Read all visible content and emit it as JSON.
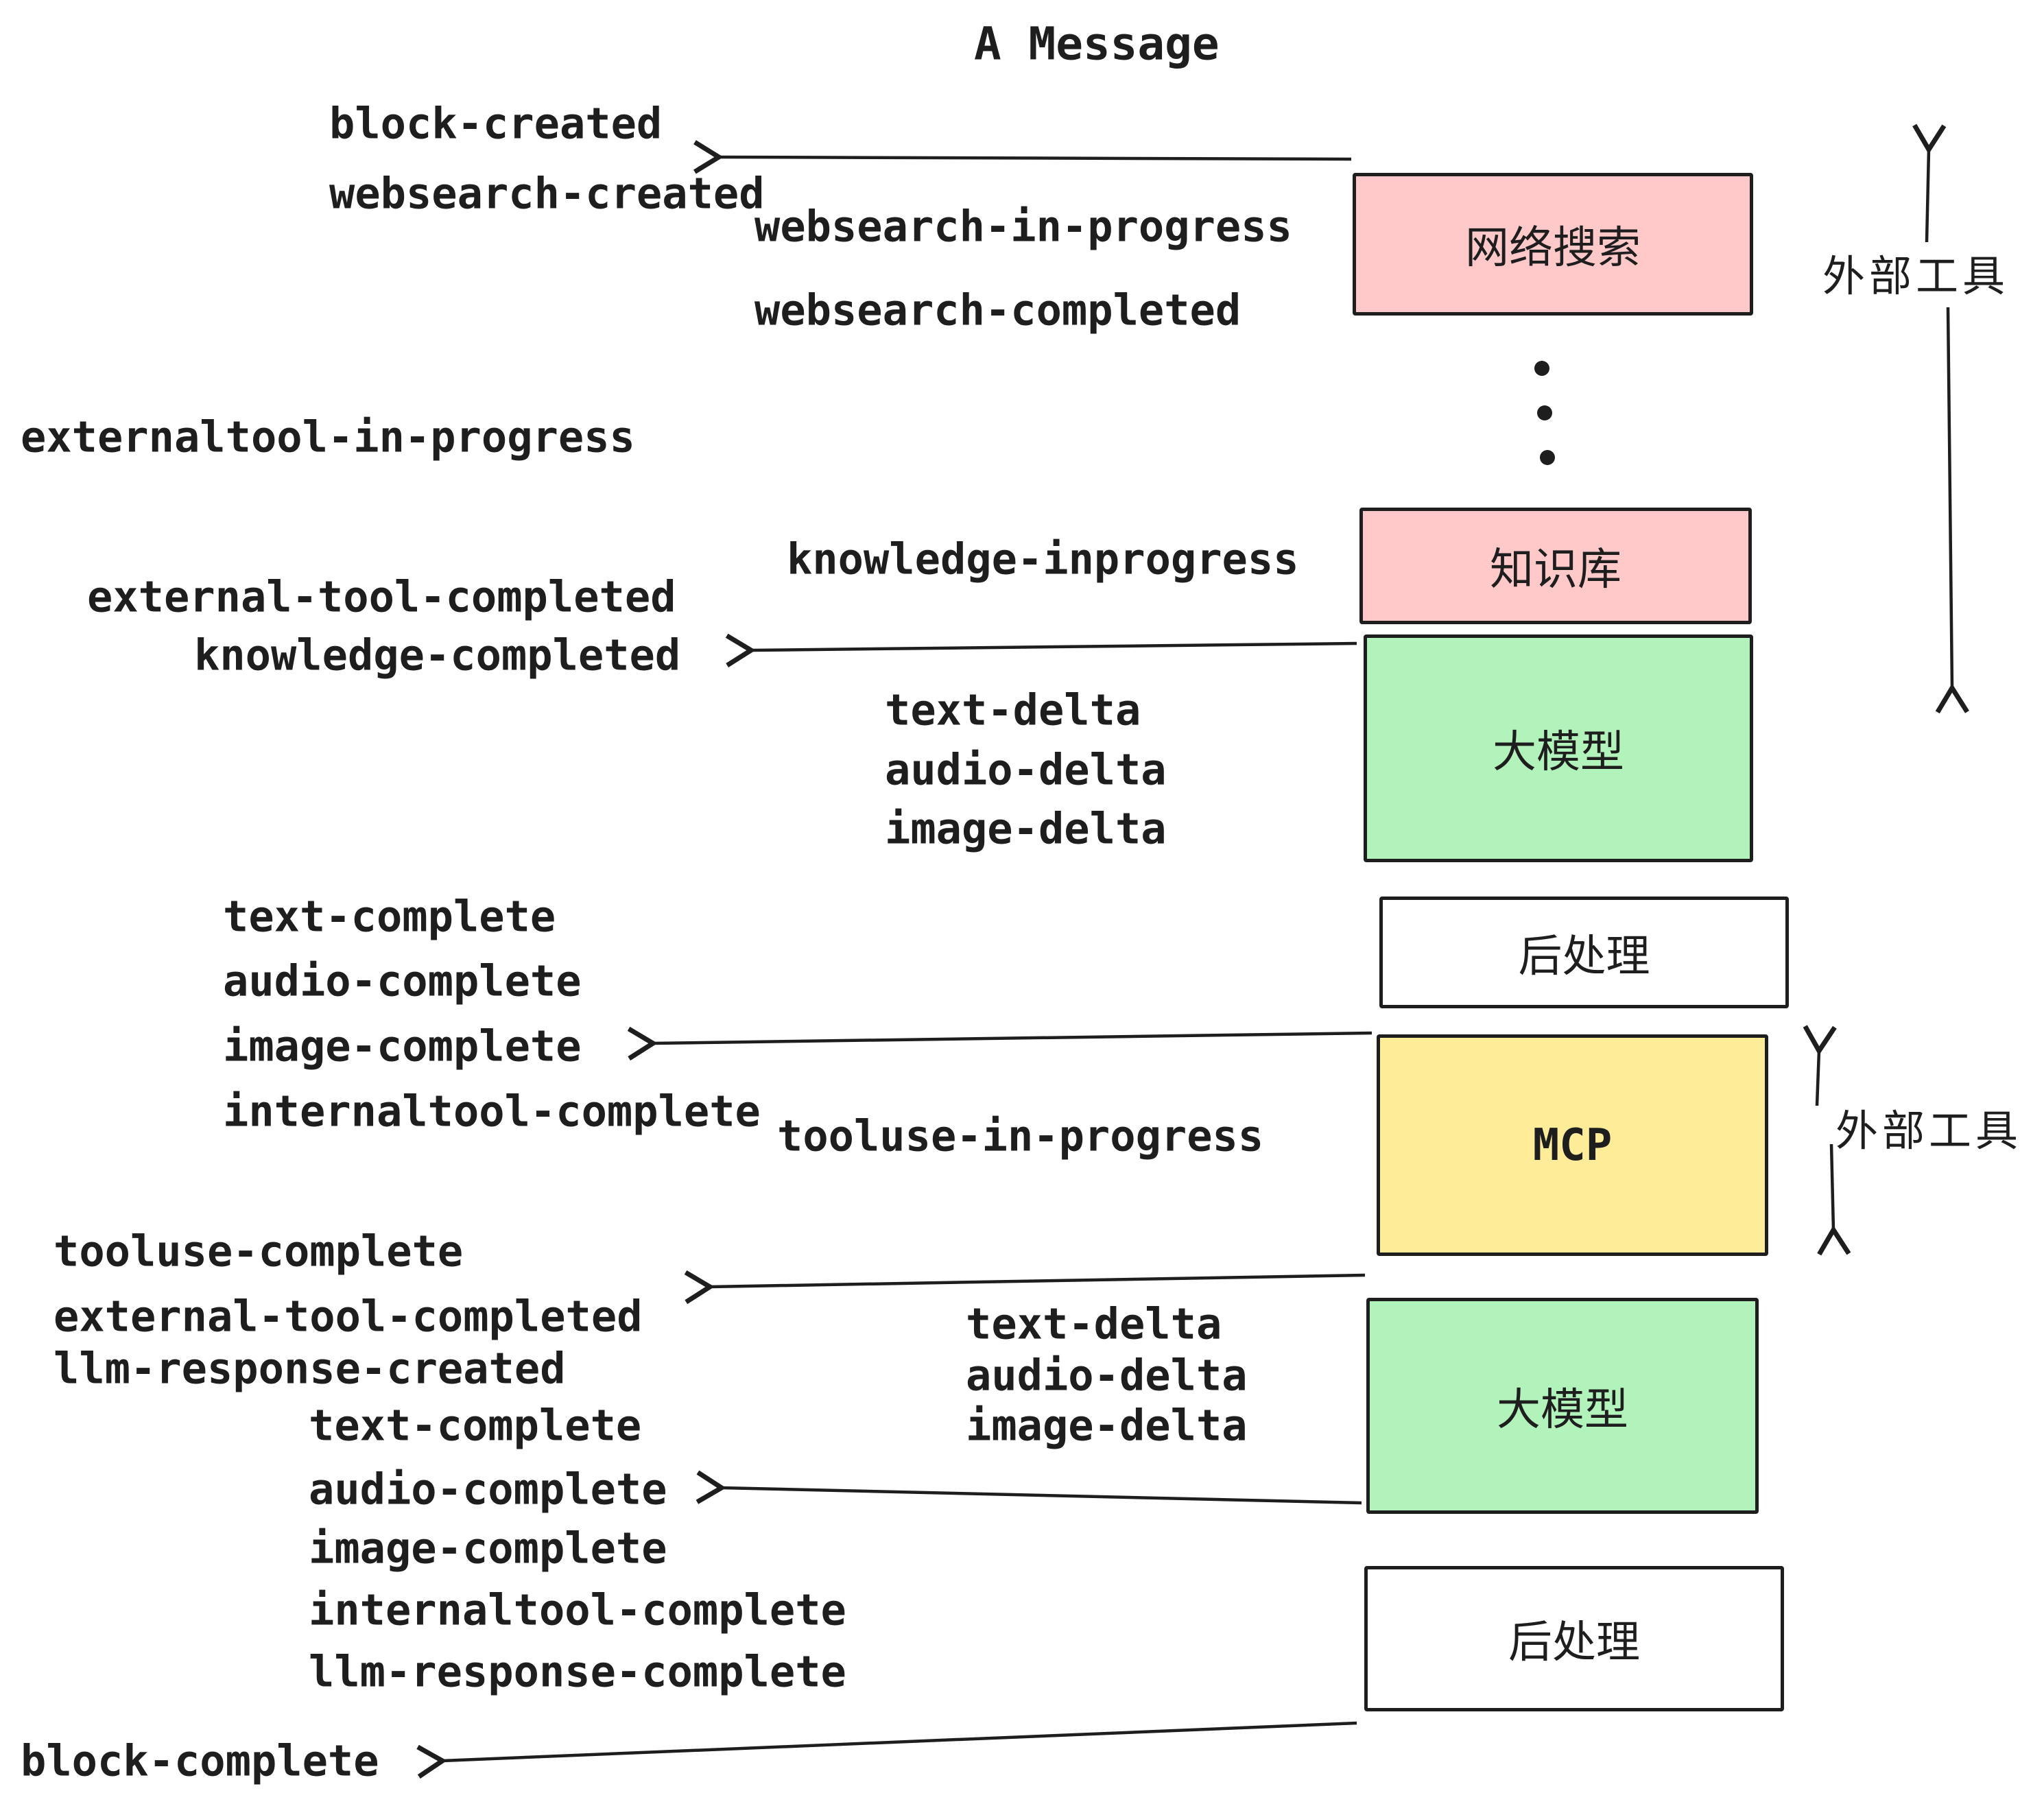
{
  "title": "A Message",
  "colors": {
    "ink": "#1e1e1e",
    "pink": "#FFC9C9",
    "green": "#B2F2BB",
    "yellow": "#FFEC99",
    "white": "#FFFFFF"
  },
  "boxes": [
    {
      "label": "网络搜索",
      "fill": "pink"
    },
    {
      "label": "知识库",
      "fill": "pink"
    },
    {
      "label": "大模型",
      "fill": "green"
    },
    {
      "label": "后处理",
      "fill": "white"
    },
    {
      "label": "MCP",
      "fill": "yellow"
    },
    {
      "label": "大模型",
      "fill": "green"
    },
    {
      "label": "后处理",
      "fill": "white"
    }
  ],
  "side_labels": [
    {
      "text": "外部工具"
    },
    {
      "text": "外部工具"
    }
  ],
  "events": [
    {
      "text": "block-created"
    },
    {
      "text": "websearch-created"
    },
    {
      "text": "websearch-in-progress"
    },
    {
      "text": "websearch-completed"
    },
    {
      "text": "externaltool-in-progress"
    },
    {
      "text": "knowledge-inprogress"
    },
    {
      "text": "external-tool-completed"
    },
    {
      "text": "knowledge-completed"
    },
    {
      "text": "text-delta"
    },
    {
      "text": "audio-delta"
    },
    {
      "text": "image-delta"
    },
    {
      "text": "text-complete"
    },
    {
      "text": "audio-complete"
    },
    {
      "text": "image-complete"
    },
    {
      "text": "internaltool-complete"
    },
    {
      "text": "tooluse-in-progress"
    },
    {
      "text": "tooluse-complete"
    },
    {
      "text": "external-tool-completed"
    },
    {
      "text": "llm-response-created"
    },
    {
      "text": "text-complete"
    },
    {
      "text": "audio-complete"
    },
    {
      "text": "image-complete"
    },
    {
      "text": "internaltool-complete"
    },
    {
      "text": "llm-response-complete"
    },
    {
      "text": "text-delta"
    },
    {
      "text": "audio-delta"
    },
    {
      "text": "image-delta"
    },
    {
      "text": "block-complete"
    }
  ],
  "icons": {
    "vertical_ellipsis": "vertical-ellipsis"
  }
}
